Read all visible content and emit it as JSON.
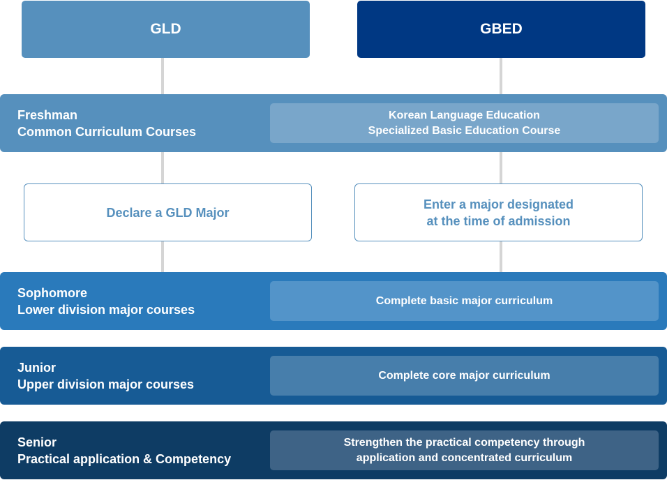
{
  "columns": {
    "gld": {
      "title": "GLD",
      "color": "#5690bd"
    },
    "gbed": {
      "title": "GBED",
      "color": "#003883"
    }
  },
  "years": [
    {
      "year": "Freshman",
      "description": "Common Curriculum Courses",
      "gbed_text_line1": "Korean Language Education",
      "gbed_text_line2": "Specialized Basic Education Course",
      "color": "#5690bd"
    },
    {
      "year": "Sophomore",
      "description": "Lower division major courses",
      "gbed_text_line1": "Complete basic major curriculum",
      "color": "#2a7abb"
    },
    {
      "year": "Junior",
      "description": "Upper division major courses",
      "gbed_text_line1": "Complete core major curriculum",
      "color": "#175b95"
    },
    {
      "year": "Senior",
      "description": "Practical application & Competency",
      "gbed_text_line1": "Strengthen the practical competency through",
      "gbed_text_line2": "application and concentrated curriculum",
      "color": "#0e3c64"
    }
  ],
  "major_steps": {
    "gld": {
      "line1": "Declare a GLD Major"
    },
    "gbed": {
      "line1": "Enter a major designated",
      "line2": "at the time of admission"
    }
  }
}
